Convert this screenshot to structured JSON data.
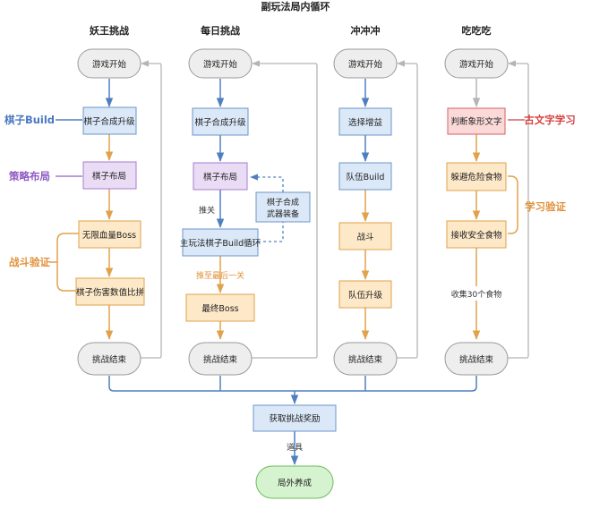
{
  "title": "副玩法局内循环",
  "columns": [
    {
      "id": "c1",
      "header": "妖王挑战",
      "nodes": [
        "游戏开始",
        "棋子合成升级",
        "棋子布局",
        "无限血量Boss",
        "棋子伤害数值比拼",
        "挑战结束"
      ]
    },
    {
      "id": "c2",
      "header": "每日挑战",
      "nodes": [
        "游戏开始",
        "棋子合成升级",
        "棋子布局",
        "主玩法棋子Build循环",
        "最终Boss",
        "挑战结束"
      ],
      "side_node_lines": [
        "棋子合成",
        "武器装备"
      ],
      "edge_labels": {
        "advance": "推关",
        "to_last": "推至最后一关"
      }
    },
    {
      "id": "c3",
      "header": "冲冲冲",
      "nodes": [
        "游戏开始",
        "选择增益",
        "队伍Build",
        "战斗",
        "队伍升级",
        "挑战结束"
      ]
    },
    {
      "id": "c4",
      "header": "吃吃吃",
      "nodes": [
        "游戏开始",
        "判断象形文字",
        "躲避危险食物",
        "接收安全食物",
        "挑战结束"
      ],
      "edge_labels": {
        "collect": "收集30个食物"
      }
    }
  ],
  "left_labels": {
    "build": "棋子Build",
    "strategy": "策略布局",
    "battle": "战斗验证"
  },
  "right_labels": {
    "ancient": "古文字学习",
    "learn": "学习验证"
  },
  "bottom": {
    "reward": "获取挑战奖励",
    "edge_label": "道具",
    "final": "局外养成"
  },
  "colors": {
    "gray_fill": "#eeeeee",
    "gray_stroke": "#9a9a9a",
    "blue_fill": "#dbe8f8",
    "blue_stroke": "#6b94c8",
    "purple_fill": "#eadcf5",
    "purple_stroke": "#a67cd0",
    "orange_fill": "#fde8c8",
    "orange_stroke": "#e0a24a",
    "red_fill": "#fbd9d9",
    "red_stroke": "#d66060",
    "green_fill": "#d6f3cf",
    "green_stroke": "#6cbc5e",
    "arrow_blue": "#4f7fc0",
    "arrow_orange": "#e0a24a",
    "arrow_gray": "#b5b5b5",
    "label_blue": "#4a78bf",
    "label_purple": "#8f5cc4",
    "label_orange": "#e0913a",
    "label_red": "#d64040"
  }
}
